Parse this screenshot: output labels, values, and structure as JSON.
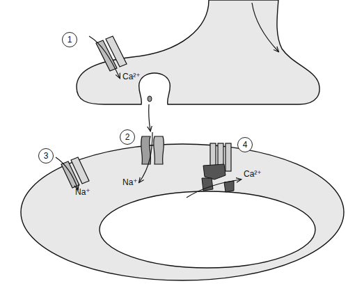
{
  "diagram": {
    "nodes": [
      {
        "text": [
          "1"
        ]
      },
      {
        "text": [
          "2"
        ]
      },
      {
        "text": [
          "3"
        ]
      },
      {
        "text": [
          "4"
        ]
      }
    ],
    "labels": [
      "Ca²⁺",
      "Na⁺",
      "Na⁺",
      "Ca²⁺"
    ]
  }
}
